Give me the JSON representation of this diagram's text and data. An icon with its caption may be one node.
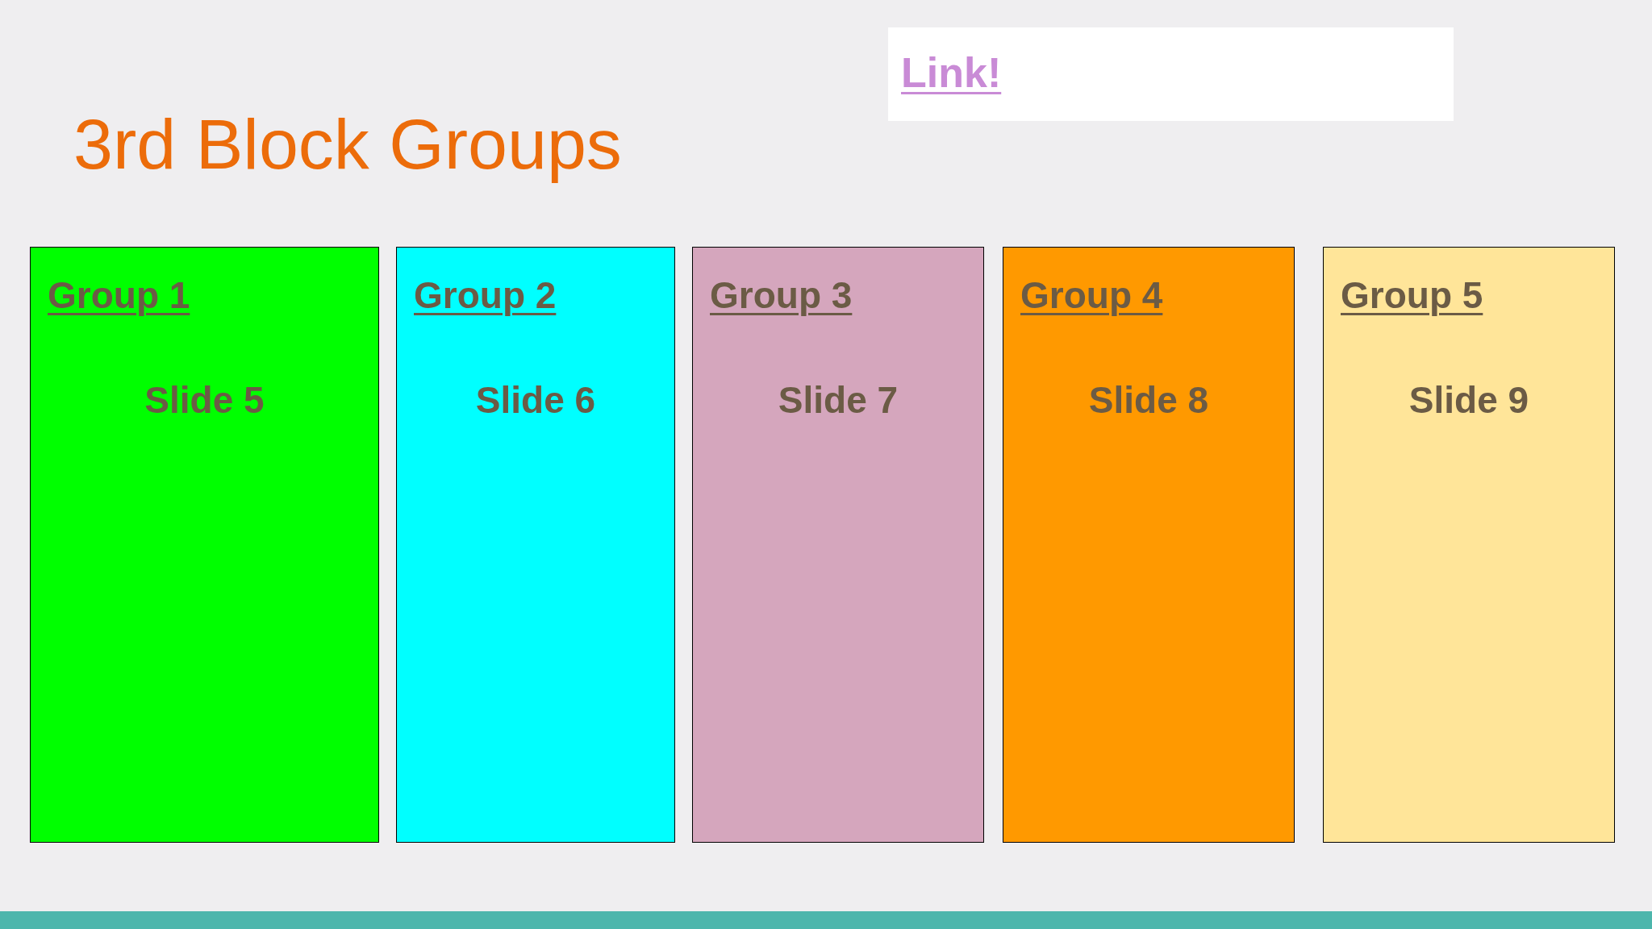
{
  "diagram": {
    "title": "3rd Block Groups",
    "nodes": [
      {
        "text": [
          "Link!"
        ]
      },
      {
        "text": [
          "Group 1",
          "Slide 5"
        ]
      },
      {
        "text": [
          "Group 2",
          "Slide 6"
        ]
      },
      {
        "text": [
          "Group 3",
          "Slide 7"
        ]
      },
      {
        "text": [
          "Group 4",
          "Slide 8"
        ]
      },
      {
        "text": [
          "Group 5",
          "Slide 9"
        ]
      }
    ]
  }
}
